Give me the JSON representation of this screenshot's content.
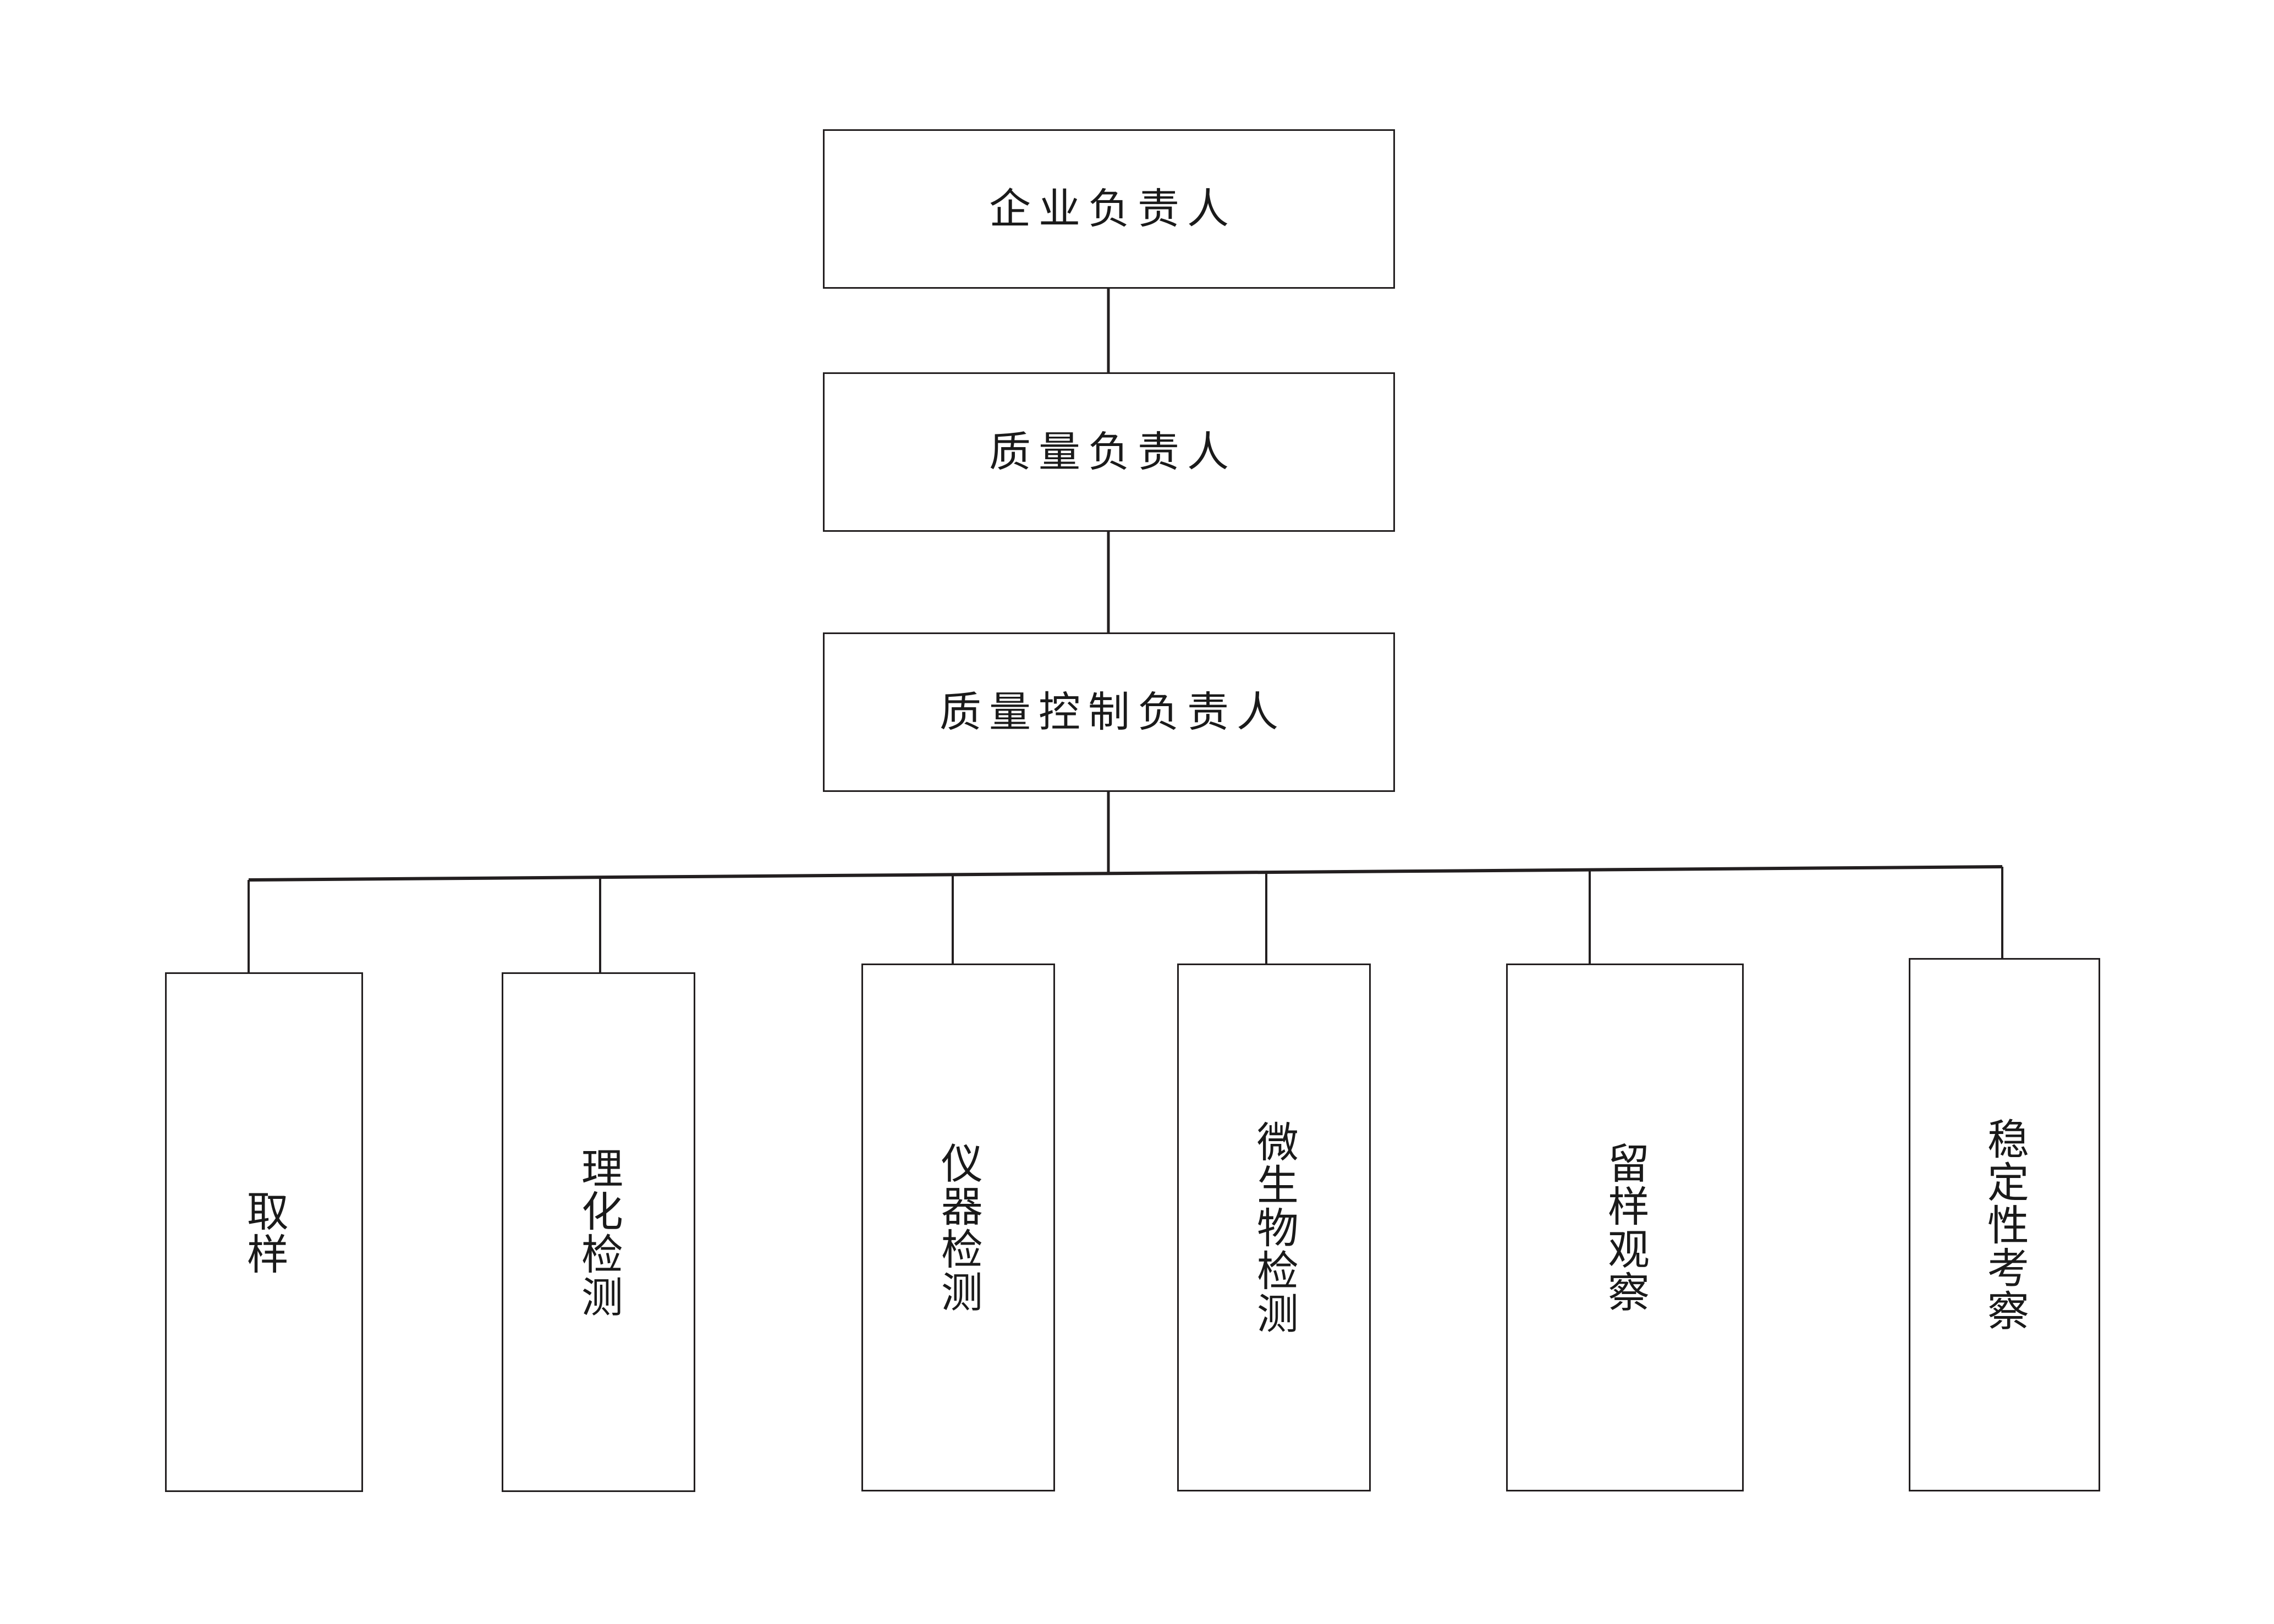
{
  "diagram": {
    "type": "organization-chart",
    "orientation": "top-down",
    "background_color": "#ffffff",
    "line_color": "#231f20",
    "text_color": "#1a1a1a",
    "levels": 4
  },
  "nodes": {
    "level1": {
      "id": "enterprise-head",
      "label": "企业负责人",
      "text_direction": "horizontal"
    },
    "level2": {
      "id": "quality-head",
      "label": "质量负责人",
      "text_direction": "horizontal"
    },
    "level3": {
      "id": "quality-control-head",
      "label": "质量控制负责人",
      "text_direction": "horizontal"
    },
    "level4": [
      {
        "id": "sampling",
        "label": "取样",
        "text_direction": "vertical"
      },
      {
        "id": "physicochemical-test",
        "label": "理化检测",
        "text_direction": "vertical"
      },
      {
        "id": "instrument-test",
        "label": "仪器检测",
        "text_direction": "vertical"
      },
      {
        "id": "microbiology-test",
        "label": "微生物检测",
        "text_direction": "vertical"
      },
      {
        "id": "retained-sample",
        "label": "留样观察",
        "text_direction": "vertical"
      },
      {
        "id": "stability-study",
        "label": "稳定性考察",
        "text_direction": "vertical"
      }
    ]
  },
  "connections": [
    {
      "from": "enterprise-head",
      "to": "quality-head"
    },
    {
      "from": "quality-head",
      "to": "quality-control-head"
    },
    {
      "from": "quality-control-head",
      "to": "sampling"
    },
    {
      "from": "quality-control-head",
      "to": "physicochemical-test"
    },
    {
      "from": "quality-control-head",
      "to": "instrument-test"
    },
    {
      "from": "quality-control-head",
      "to": "microbiology-test"
    },
    {
      "from": "quality-control-head",
      "to": "retained-sample"
    },
    {
      "from": "quality-control-head",
      "to": "stability-study"
    }
  ]
}
